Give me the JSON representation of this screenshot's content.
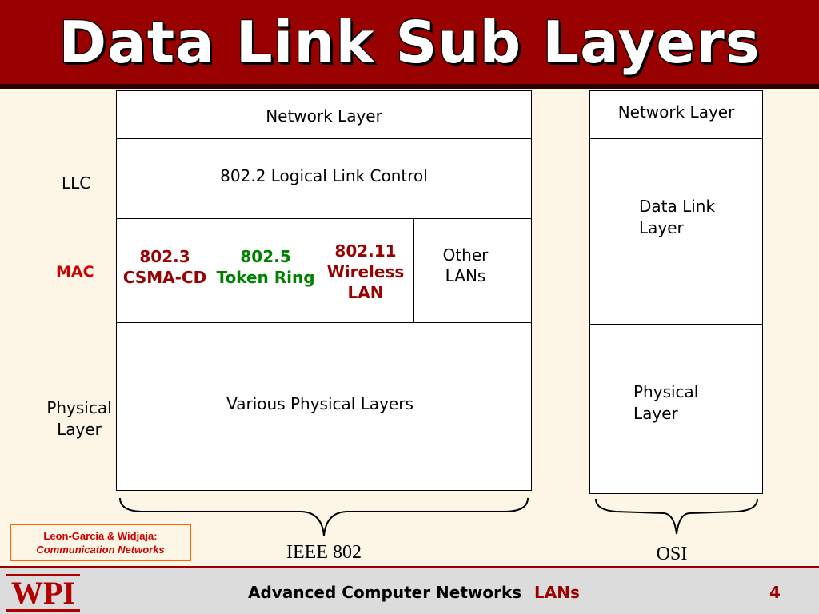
{
  "title": "Data Link Sub Layers",
  "ieee802": {
    "network_layer": "Network Layer",
    "llc": "802.2  Logical Link Control",
    "mac_cells": [
      {
        "lines": [
          "802.3",
          "CSMA-CD"
        ],
        "color": "#990000",
        "bold": true
      },
      {
        "lines": [
          "802.5",
          "Token Ring"
        ],
        "color": "#008000",
        "bold": true
      },
      {
        "lines": [
          "802.11",
          "Wireless",
          "LAN"
        ],
        "color": "#990000",
        "bold": true
      },
      {
        "lines": [
          "Other",
          "LANs"
        ],
        "color": "#000000",
        "bold": false
      }
    ],
    "physical": "Various Physical Layers",
    "caption": "IEEE 802"
  },
  "side_labels": {
    "llc": "LLC",
    "mac": "MAC",
    "mac_color": "#cc0000",
    "physical_line1": "Physical",
    "physical_line2": "Layer"
  },
  "osi": {
    "network_layer": "Network Layer",
    "data_link_line1": "Data Link",
    "data_link_line2": "Layer",
    "physical_line1": "Physical",
    "physical_line2": "Layer",
    "caption": "OSI"
  },
  "reference": {
    "authors": "Leon-Garcia & Widjaja:",
    "book": "Communication Networks"
  },
  "footer": {
    "course": "Advanced Computer Networks",
    "topic": "LANs",
    "page": "4",
    "topic_color": "#990000",
    "logo_text": "WPI"
  }
}
